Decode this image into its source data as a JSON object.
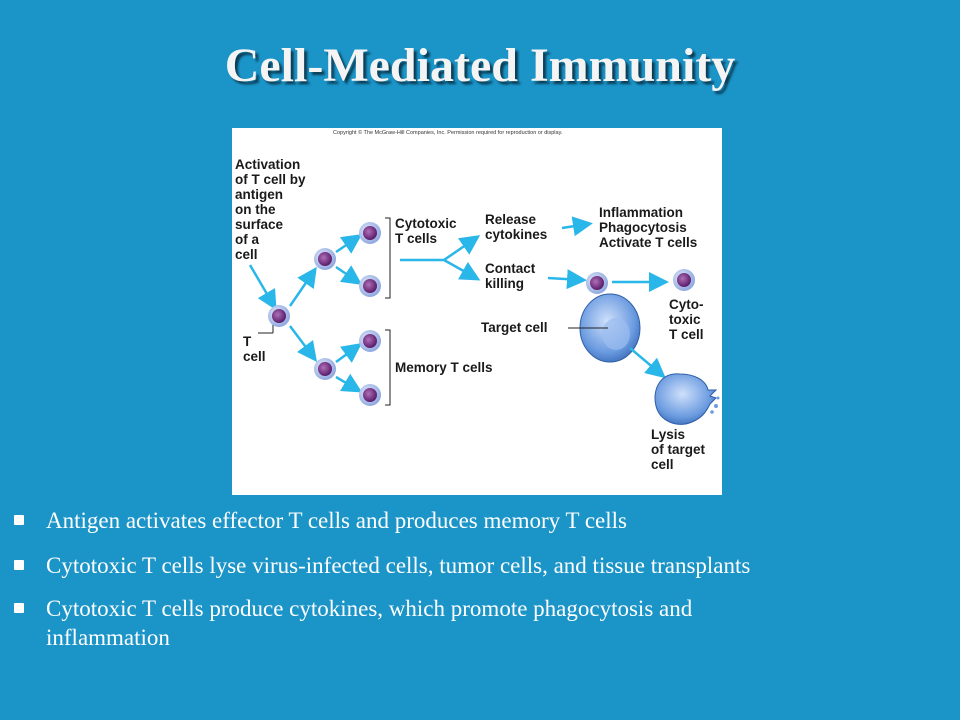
{
  "slide": {
    "title": "Cell-Mediated Immunity"
  },
  "figure": {
    "copyright": "Copyright © The McGraw-Hill Companies, Inc. Permission required for reproduction or display.",
    "activation_label": [
      "Activation",
      "of T cell by",
      "antigen",
      "on the",
      "surface",
      "of a",
      "cell"
    ],
    "t_cell_label": [
      "T",
      "cell"
    ],
    "cytotoxic_label": [
      "Cytotoxic",
      "T cells"
    ],
    "memory_label": "Memory T cells",
    "release_label": [
      "Release",
      "cytokines"
    ],
    "contact_label": [
      "Contact",
      "killing"
    ],
    "effects_label": [
      "Inflammation",
      "Phagocytosis",
      "Activate T cells"
    ],
    "target_label": "Target cell",
    "cyto_label": [
      "Cyto-",
      "toxic",
      "T cell"
    ],
    "lysis_label": [
      "Lysis",
      "of target",
      "cell"
    ],
    "colors": {
      "arrow": "#29b6e8",
      "cell_outer": "#9fb8e8",
      "cell_nucleus": "#6b2a7a",
      "target_cell": "#5a8fd8"
    }
  },
  "bullets": [
    "Antigen activates effector T cells and produces memory T cells",
    "Cytotoxic T cells lyse virus-infected cells, tumor cells, and tissue transplants",
    "Cytotoxic T cells produce cytokines, which promote phagocytosis and inflammation"
  ]
}
